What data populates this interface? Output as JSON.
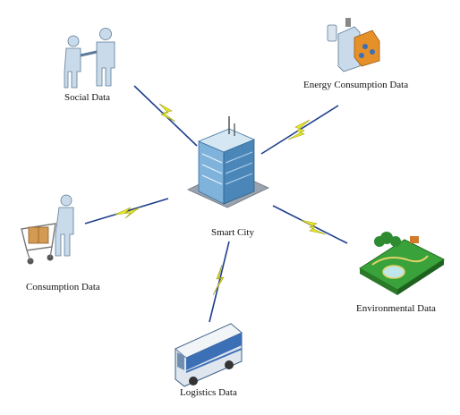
{
  "diagram": {
    "center": {
      "label": "Smart City",
      "icon": "building-icon"
    },
    "nodes": [
      {
        "id": "social",
        "label": "Social Data",
        "icon": "handshake-icon"
      },
      {
        "id": "energy",
        "label": "Energy Consumption Data",
        "icon": "power-meter-icon"
      },
      {
        "id": "consumption",
        "label": "Consumption Data",
        "icon": "shopping-cart-icon"
      },
      {
        "id": "environmental",
        "label": "Environmental Data",
        "icon": "park-map-icon"
      },
      {
        "id": "logistics",
        "label": "Logistics Data",
        "icon": "bus-icon"
      }
    ],
    "colors": {
      "line": "#1f3f8c",
      "bolt": "#e8e82a",
      "bolt_stroke": "#a0a018",
      "building": "#5f9bc8",
      "person": "#c9dbea",
      "park": "#3aa23a"
    }
  }
}
